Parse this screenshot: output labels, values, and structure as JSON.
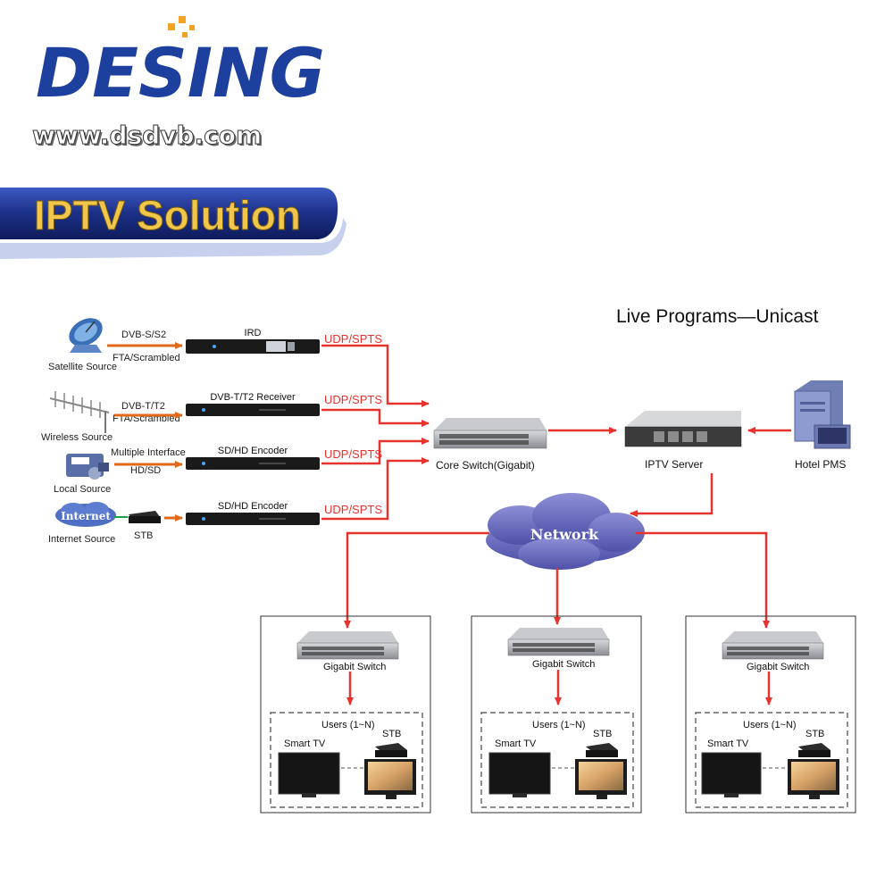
{
  "brand": {
    "logo_text": "DESING",
    "website": "www.dsdvb.com",
    "colors": {
      "logo_blue": "#1d3f9e",
      "logo_orange": "#f2a324",
      "banner_blue": "#1b2f86",
      "banner_text": "#f0c74a"
    }
  },
  "banner": {
    "title": "IPTV Solution"
  },
  "diagram": {
    "title": "Live Programs—Unicast",
    "link_color": "#e8322e",
    "sources": [
      {
        "label": "Satellite Source",
        "link_top": "DVB-S/S2",
        "link_bottom": "FTA/Scrambled",
        "device": "IRD",
        "output": "UDP/SPTS",
        "icon": "satellite-dish-icon"
      },
      {
        "label": "Wireless Source",
        "link_top": "DVB-T/T2",
        "link_bottom": "FTA/Scrambled",
        "device": "DVB-T/T2 Receiver",
        "output": "UDP/SPTS",
        "icon": "antenna-icon"
      },
      {
        "label": "Local Source",
        "link_top": "Multiple Interface",
        "link_bottom": "HD/SD",
        "device": "SD/HD Encoder",
        "output": "UDP/SPTS",
        "icon": "camera-icon"
      },
      {
        "label": "Internet Source",
        "link_top": "",
        "link_bottom": "",
        "device": "SD/HD Encoder",
        "output": "UDP/SPTS",
        "icon": "internet-cloud-icon",
        "cloud_text": "Internet",
        "stb_label": "STB"
      }
    ],
    "core_switch": "Core Switch(Gigabit)",
    "iptv_server": "IPTV Server",
    "hotel_pms": "Hotel PMS",
    "network": "Network",
    "user_groups": [
      {
        "switch": "Gigabit Switch",
        "users": "Users (1~N)",
        "smart_tv": "Smart TV",
        "stb": "STB"
      },
      {
        "switch": "Gigabit Switch",
        "users": "Users (1~N)",
        "smart_tv": "Smart TV",
        "stb": "STB"
      },
      {
        "switch": "Gigabit Switch",
        "users": "Users (1~N)",
        "smart_tv": "Smart TV",
        "stb": "STB"
      }
    ]
  }
}
